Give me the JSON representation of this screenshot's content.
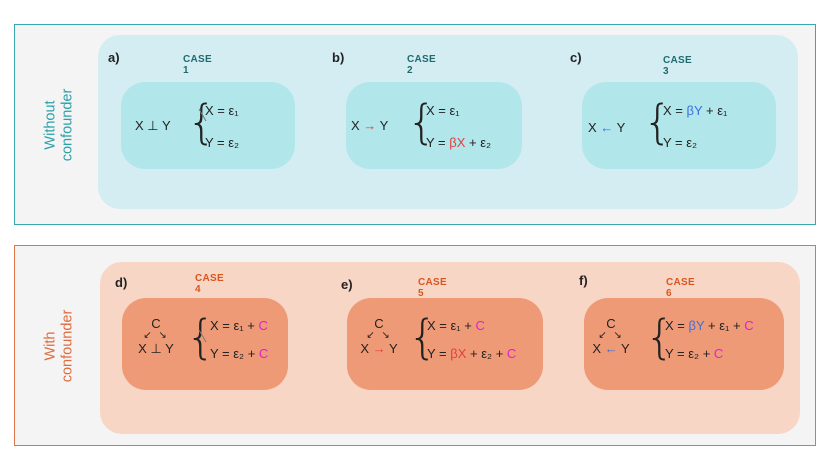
{
  "panels": [
    {
      "label": "Without\nconfounder",
      "cases": [
        {
          "letter": "a)",
          "title": "CASE 1",
          "rel": [
            "X ⊥ Y"
          ],
          "eq1": [
            "X = ε₁"
          ],
          "eq2": [
            "Y = ε₂"
          ]
        },
        {
          "letter": "b)",
          "title": "CASE 2",
          "rel": [
            "X ",
            "→",
            " Y"
          ],
          "eq1": [
            "X = ε₁"
          ],
          "eq2": [
            "Y = ",
            "βX",
            " + ε₂"
          ]
        },
        {
          "letter": "c)",
          "title": "CASE 3",
          "rel": [
            "X ",
            "←",
            " Y"
          ],
          "eq1": [
            "X  = ",
            "βY",
            " + ε₁"
          ],
          "eq2": [
            "Y = ε₂"
          ]
        }
      ]
    },
    {
      "label": "With\nconfounder",
      "cases": [
        {
          "letter": "d)",
          "title": "CASE 4",
          "conf_c": "C",
          "conf_arrows": "↙ ↘",
          "rel": [
            "X ⊥ Y"
          ],
          "eq1": [
            "X = ε₁ + ",
            "C"
          ],
          "eq2": [
            "Y = ε₂  + ",
            "C"
          ]
        },
        {
          "letter": "e)",
          "title": "CASE 5",
          "conf_c": "C",
          "conf_arrows": "↙ ↘",
          "rel": [
            "X ",
            "→",
            " Y"
          ],
          "eq1": [
            "X = ε₁ + ",
            "C"
          ],
          "eq2": [
            "Y = ",
            "βX",
            " + ε₂ + ",
            "C"
          ]
        },
        {
          "letter": "f)",
          "title": "CASE 6",
          "conf_c": "C",
          "conf_arrows": "↙ ↘",
          "rel": [
            "X ",
            "←",
            " Y"
          ],
          "eq1": [
            "X  = ",
            "βY",
            " + ε₁ + ",
            "C"
          ],
          "eq2": [
            "Y = ε₂  + ",
            "C"
          ]
        }
      ]
    }
  ],
  "colors": {
    "teal_border": "#3aa7ad",
    "orange_border": "#e0744a",
    "red": "#e04040",
    "blue": "#3a6fe0",
    "magenta": "#e020d0"
  }
}
